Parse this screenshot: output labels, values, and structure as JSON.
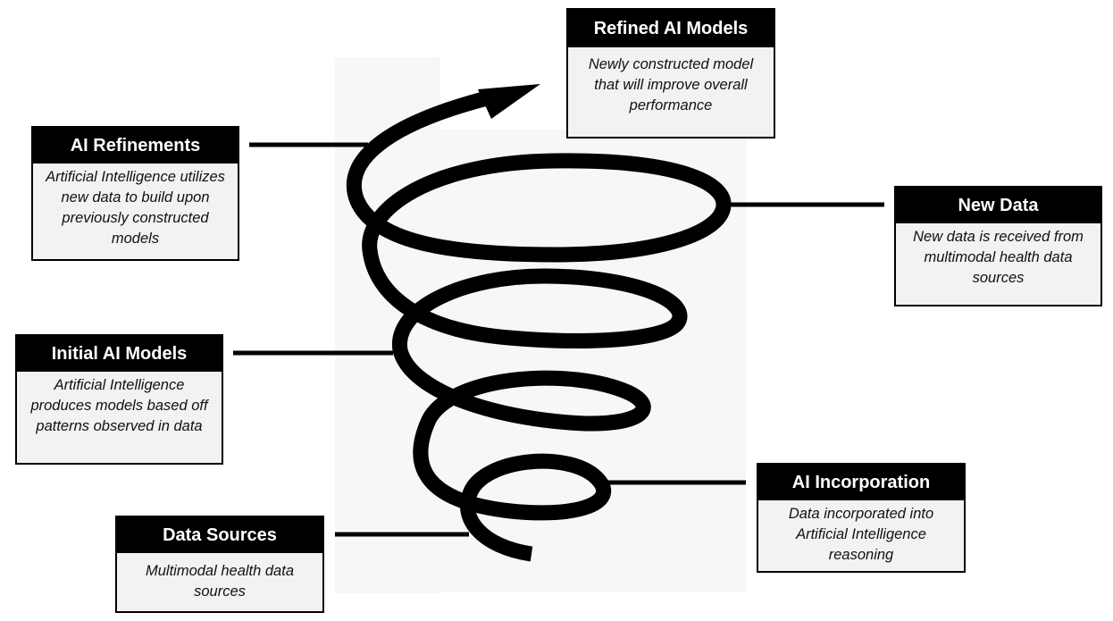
{
  "stages": [
    {
      "id": "data-sources",
      "title": "Data Sources",
      "description": "Multimodal health data sources"
    },
    {
      "id": "ai-incorporation",
      "title": "AI Incorporation",
      "description": "Data incorporated into Artificial Intelligence reasoning"
    },
    {
      "id": "initial-ai-models",
      "title": "Initial AI Models",
      "description": "Artificial Intelligence produces models based off patterns observed in data"
    },
    {
      "id": "new-data",
      "title": "New Data",
      "description": "New data is received from multimodal health data sources"
    },
    {
      "id": "ai-refinements",
      "title": "AI Refinements",
      "description": "Artificial Intelligence utilizes new data to build upon previously constructed models"
    },
    {
      "id": "refined-ai-models",
      "title": "Refined AI Models",
      "description": "Newly constructed model that will improve overall performance"
    }
  ]
}
